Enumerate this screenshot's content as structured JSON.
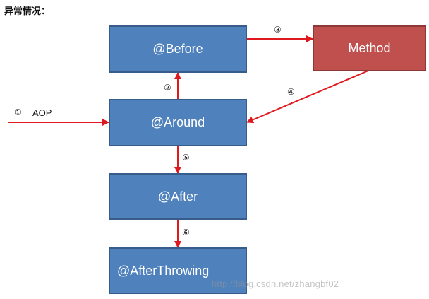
{
  "heading": "异常情况：",
  "nodes": {
    "before": "@Before",
    "method": "Method",
    "around": "@Around",
    "after": "@After",
    "after_throwing": "@AfterThrowing"
  },
  "steps": {
    "s1": "①",
    "s1_label": "AOP",
    "s2": "②",
    "s3": "③",
    "s4": "④",
    "s5": "⑤",
    "s6": "⑥"
  },
  "watermark": "http://blog.csdn.net/zhangbf02",
  "colors": {
    "box_blue": "#4f81bd",
    "box_red": "#c0504d",
    "arrow": "#e0191f"
  }
}
